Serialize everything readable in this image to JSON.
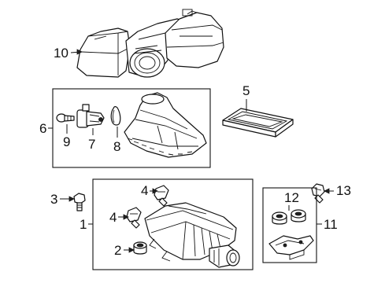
{
  "diagram": {
    "callouts": {
      "c1": "1",
      "c2": "2",
      "c3": "3",
      "c4a": "4",
      "c4b": "4",
      "c5": "5",
      "c6": "6",
      "c7": "7",
      "c8": "8",
      "c9": "9",
      "c10": "10",
      "c11": "11",
      "c12": "12",
      "c13": "13"
    }
  }
}
